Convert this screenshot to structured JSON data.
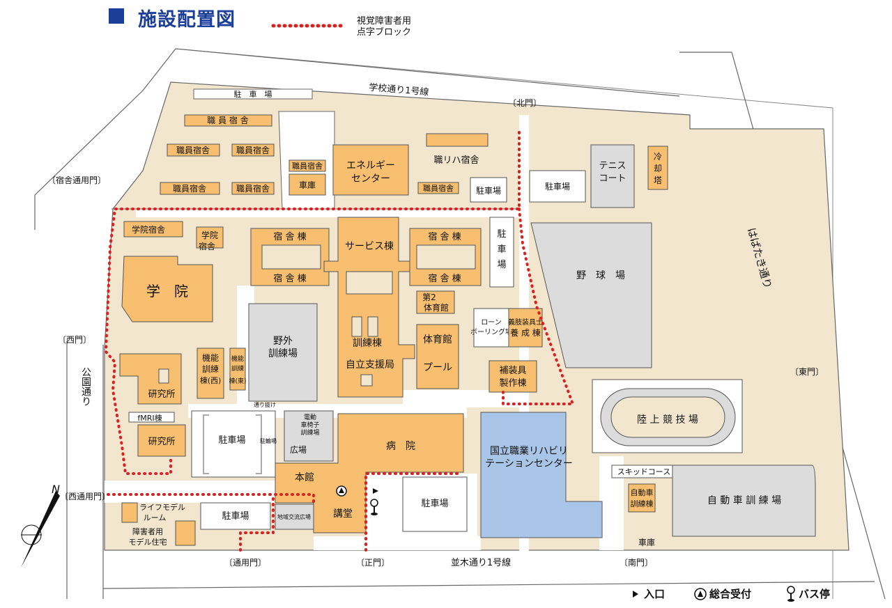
{
  "header": {
    "title": "施設配置図",
    "braille_legend_line1": "視覚障害者用",
    "braille_legend_line2": "点字ブロック"
  },
  "roads": {
    "north": "学校通り1号線",
    "south": "並木通り1号線",
    "east": "はばたき通り",
    "west": "公園通り"
  },
  "gates": {
    "north": "〔北門〕",
    "dorm": "〔宿舎通用門〕",
    "west": "〔西門〕",
    "west_service": "〔西通用門〕",
    "service": "〔通用門〕",
    "main": "〔正門〕",
    "south": "〔南門〕",
    "east": "〔東門〕"
  },
  "buildings": {
    "parking_top": "駐　車　場",
    "staff_dorm_1": "職 員 宿 舎",
    "staff_dorm_2a": "職員宿舎",
    "staff_dorm_2b": "職員宿舎",
    "staff_dorm_3a": "職員宿舎",
    "staff_dorm_3b": "職員宿舎",
    "staff_dorm_4": "職員宿舎",
    "staff_dorm_5": "職員宿舎",
    "garage_1": "車庫",
    "energy_1": "エネルギー",
    "energy_2": "センター",
    "rehab_dorm": "職リハ宿舎",
    "parking_n1": "駐車場",
    "parking_n2": "駐車場",
    "tennis_1": "テニス",
    "tennis_2": "コート",
    "cooling_1": "冷",
    "cooling_2": "却",
    "cooling_3": "塔",
    "college_dorm": "学院宿舎",
    "college_dorm2_1": "学院",
    "college_dorm2_2": "宿舎",
    "college": "学　院",
    "dorm_w_top": "宿 舎 棟",
    "dorm_w_bottom": "宿 舎 棟",
    "service_bldg": "サービス棟",
    "dorm_e_top": "宿 舎 棟",
    "dorm_e_bottom": "宿 舎 棟",
    "parking_v1": "駐",
    "parking_v2": "車",
    "parking_v3": "場",
    "baseball": "野　球　場",
    "gym2_1": "第2",
    "gym2_2": "体育館",
    "outdoor_1": "野外",
    "outdoor_2": "訓練場",
    "training": "訓練棟",
    "independence": "自立支援局",
    "gym": "体育館",
    "pool": "プール",
    "lawn_1": "ローン",
    "lawn_2": "ボーリング場",
    "prosthetist_1": "義肢装具士",
    "prosthetist_2": "養 成 棟",
    "orthosis_1": "補装具",
    "orthosis_2": "製作棟",
    "research_1": "研究所",
    "func_w_1": "機能",
    "func_w_2": "訓練",
    "func_w_3": "棟(西)",
    "func_e_1": "機能",
    "func_e_2": "訓練",
    "func_e_3": "棟(東)",
    "passage": "通り抜け",
    "fmri": "fMRI棟",
    "research_2": "研究所",
    "parking_c": "駐車場",
    "bike": "駐輪場",
    "wheelchair_1": "電動",
    "wheelchair_2": "車椅子",
    "wheelchair_3": "訓練場",
    "plaza": "広場",
    "hospital": "病　院",
    "main_bldg": "本館",
    "auditorium": "講堂",
    "national_1": "国立職業リハビリ",
    "national_2": "テーションセンター",
    "track": "陸 上 競 技 場",
    "skid": "スキッドコース",
    "driving_bldg_1": "自動車",
    "driving_bldg_2": "訓練棟",
    "driving": "自 動 車 訓 練 場",
    "garage_2": "車庫",
    "life_model_1": "ライフモデル",
    "life_model_2": "ルーム",
    "disabled_house_1": "障害者用",
    "disabled_house_2": "モデル住宅",
    "parking_sw": "駐車場",
    "community": "地域交流広場",
    "parking_s": "駐車場"
  },
  "compass": {
    "north": "N"
  },
  "footer": {
    "entrance": "入口",
    "reception": "総合受付",
    "bus_stop": "バス停"
  },
  "colors": {
    "building": "#f7bf6f",
    "ground": "#f3e6cf",
    "gray": "#dcdcdc",
    "blue": "#a9c6e8",
    "braille": "#d9221f",
    "title": "#1b3f98"
  }
}
